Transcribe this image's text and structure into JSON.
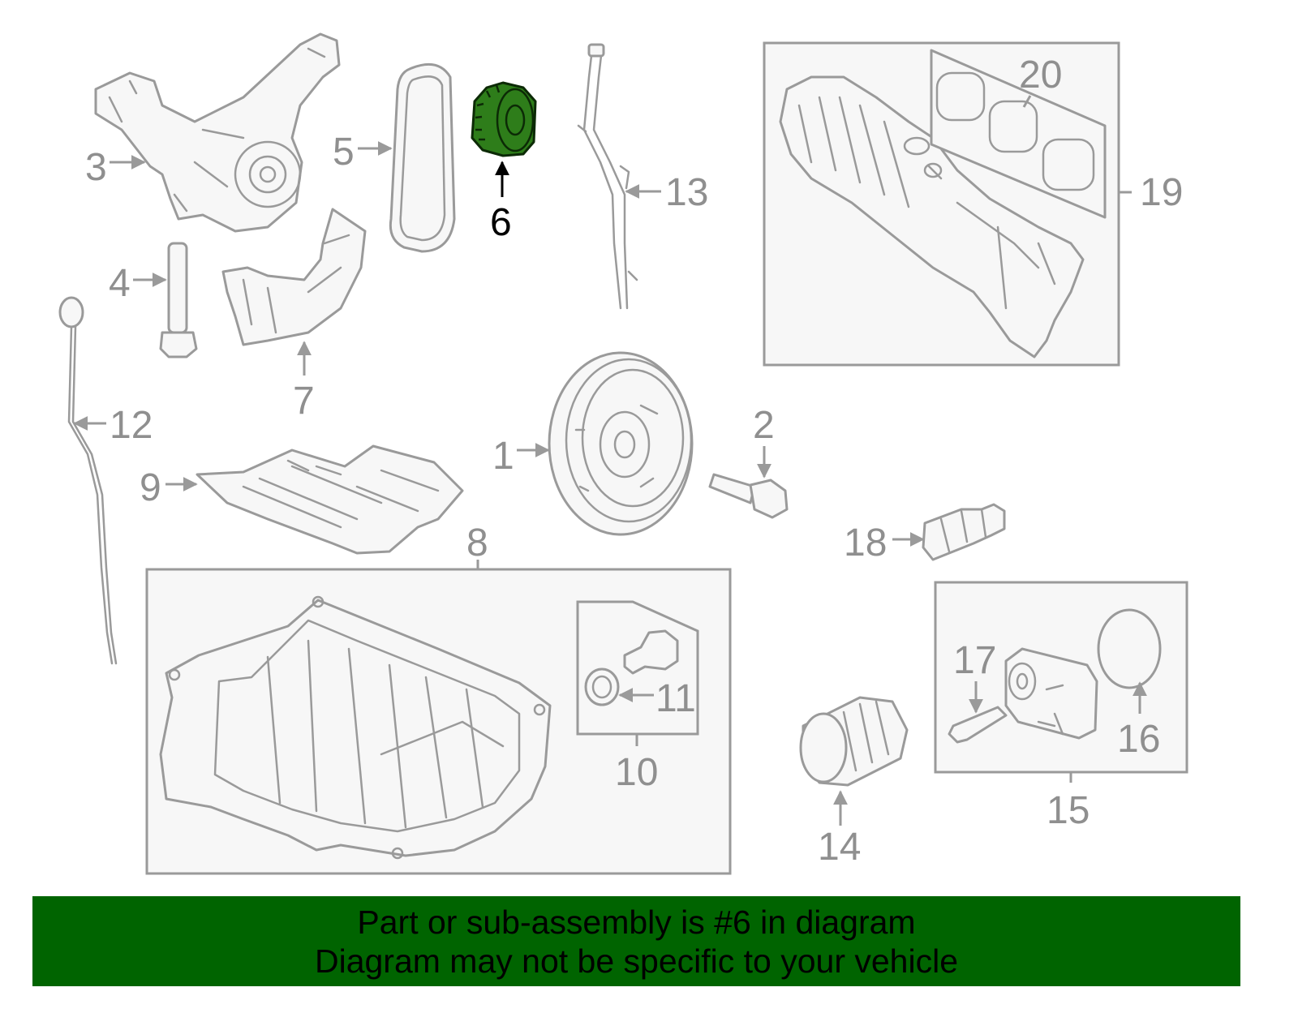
{
  "colors": {
    "banner_background": "#006400",
    "banner_text": "#000000",
    "highlight_part": "#2e7d1a",
    "line_art": "#9a9a9a"
  },
  "callouts": {
    "c1": "1",
    "c2": "2",
    "c3": "3",
    "c4": "4",
    "c5": "5",
    "c6": "6",
    "c7": "7",
    "c8": "8",
    "c9": "9",
    "c10": "10",
    "c11": "11",
    "c12": "12",
    "c13": "13",
    "c14": "14",
    "c15": "15",
    "c16": "16",
    "c17": "17",
    "c18": "18",
    "c19": "19",
    "c20": "20"
  },
  "highlighted_callout": "6",
  "banner": {
    "line1": "Part or sub-assembly is #6 in diagram",
    "line2": "Diagram may not be specific to your vehicle"
  }
}
